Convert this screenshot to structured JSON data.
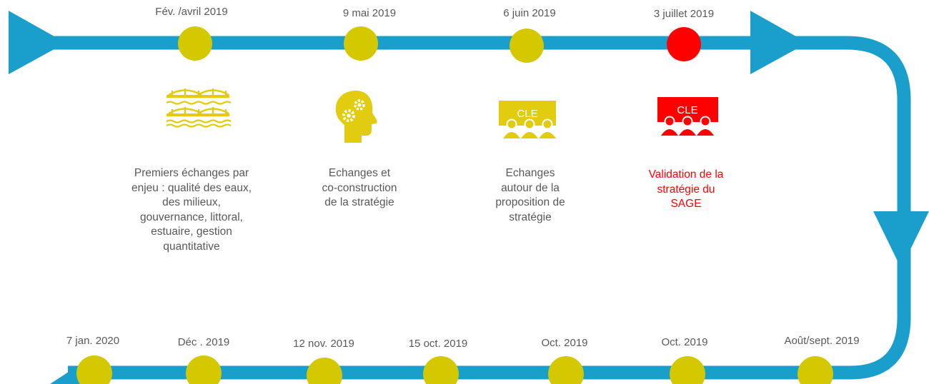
{
  "colors": {
    "line": "#1a9fcc",
    "dot": "#d4c800",
    "dot_active": "#ff0000",
    "text": "#595959",
    "text_active": "#ff0000",
    "icon": "#e1cc10",
    "icon_active": "#ff0000"
  },
  "top": {
    "milestones": [
      {
        "date": "Fév. /avril 2019",
        "icon": "bridges-icon",
        "desc": [
          "Premiers échanges par",
          "enjeu : qualité des eaux,",
          "des milieux,",
          "gouvernance, littoral,",
          "estuaire, gestion",
          "quantitative"
        ]
      },
      {
        "date": "9 mai 2019",
        "icon": "head-gears-icon",
        "desc": [
          "Echanges et",
          "co-construction",
          "de la stratégie"
        ]
      },
      {
        "date": "6 juin 2019",
        "icon": "assembly-icon",
        "icon_label": "CLE",
        "desc": [
          "Echanges",
          "autour de la",
          "proposition de",
          "stratégie"
        ]
      },
      {
        "date": "3 juillet 2019",
        "icon": "assembly-icon",
        "icon_label": "CLE",
        "active": true,
        "desc": [
          "Validation de la",
          "stratégie du",
          "SAGE"
        ]
      }
    ]
  },
  "bottom": {
    "dates": [
      "7 jan. 2020",
      "Déc . 2019",
      "12 nov. 2019",
      "15 oct. 2019",
      "Oct. 2019",
      "Oct. 2019",
      "Août/sept. 2019"
    ]
  }
}
